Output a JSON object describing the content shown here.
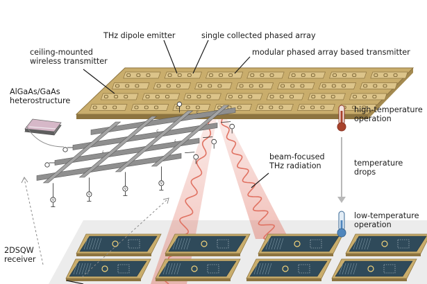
{
  "labels": {
    "ceiling_transmitter": [
      "ceiling-mounted",
      "wireless transmitter"
    ],
    "dipole_emitter": "THz dipole emitter",
    "single_array": "single collected phased array",
    "modular_transmitter": "modular phased array based transmitter",
    "heterostructure": [
      "AlGaAs/GaAs",
      "heterostructure"
    ],
    "high_temp": [
      "high-temperature",
      "operation"
    ],
    "beam": [
      "beam-focused",
      "THz radiation"
    ],
    "temp_drops": [
      "temperature",
      "drops"
    ],
    "low_temp": [
      "low-temperature",
      "operation"
    ],
    "receiver": [
      "2DSQW",
      "receiver"
    ]
  },
  "circuit_symbols": {
    "voltage_source": "V",
    "inductor": "L",
    "capacitor": "C"
  },
  "colors": {
    "board": "#c9ad6c",
    "board_edge": "#8d7440",
    "pcb": "#2f4a5a",
    "beam": "#e07262",
    "thermo_hot": "#a8422c",
    "thermo_cold": "#4f86bd",
    "mesh": "#8f8f8f"
  },
  "icons": [
    "thermometer-hot-icon",
    "thermometer-cold-icon",
    "down-arrow-icon"
  ]
}
